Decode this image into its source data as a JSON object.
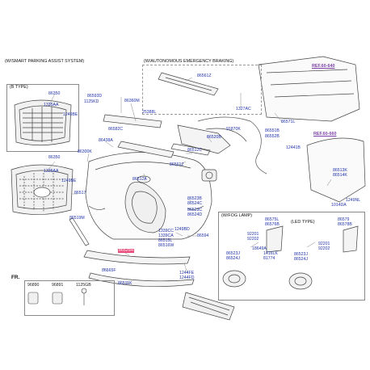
{
  "sections": {
    "smart_parking": "(W/SMART PARKING ASSIST SYSTEM)",
    "aeb": "(W/AUTONOMOUS EMERGENCY BRAKING)",
    "b_type": "(B TYPE)",
    "fog_lamp": "(W/FOG LAMP)",
    "led_type": "(LED TYPE)",
    "direction": "FR."
  },
  "refs": {
    "ref_640": "REF.60-640",
    "ref_660": "REF.60-660"
  },
  "labels": {
    "p86350a": "86350",
    "p1335aa_a": "1335AA",
    "p1249be_a": "1249BE",
    "p86350b": "86350",
    "p1335aa_b": "1335AA",
    "p1249be_b": "1249BE",
    "p86517": "86517",
    "p86300k": "86300K",
    "p86593d": "86593D",
    "p1125kd": "1125KD",
    "p86360m": "86360M",
    "p25388l": "25388L",
    "p86582c": "86582C",
    "p86438a": "86438A",
    "p86561z_top": "86561Z",
    "p1327ac": "1327AC",
    "p86571l": "86571L",
    "p91870k": "91870K",
    "p86520b": "86520B",
    "p86512c": "86512C",
    "p86512a": "86512A",
    "p86561z_mid": "86561Z",
    "p86551b": "86551B",
    "p86552b": "86552B",
    "p12441b": "12441B",
    "p86513k": "86513K",
    "p86514k": "86514K",
    "p1249nl": "1249NL",
    "p1014da": "1014DA",
    "p86523b": "86523B",
    "p86524c": "86524C",
    "p86523c": "86523C",
    "p86524d": "86524D",
    "p86519m": "86519M",
    "p1339cc": "1339CC",
    "p1339ca": "1339CA",
    "p86515l": "86515L",
    "p86516w": "86516W",
    "p1249bd": "1249BD",
    "p86594": "86594",
    "p86525h": "86525H",
    "p86565f": "86565F",
    "p1244fe": "1244FE",
    "p1244fd": "1244FD",
    "p86511k": "86511K",
    "p86575l": "86575L",
    "p86576b": "86576B",
    "p92201": "92201",
    "p92202": "92202",
    "p18649a": "18649A",
    "p86523j": "86523J",
    "p86524j": "86524J",
    "p1416lk": "1416LK",
    "p81774": "81774",
    "p86579": "86579",
    "p86578b": "86578B",
    "p92201b": "92201",
    "p92202b": "92202",
    "p86523jb": "86523J",
    "p86524jb": "86524J"
  },
  "legend": {
    "codes": [
      "96890",
      "96891",
      "1125GB"
    ]
  }
}
